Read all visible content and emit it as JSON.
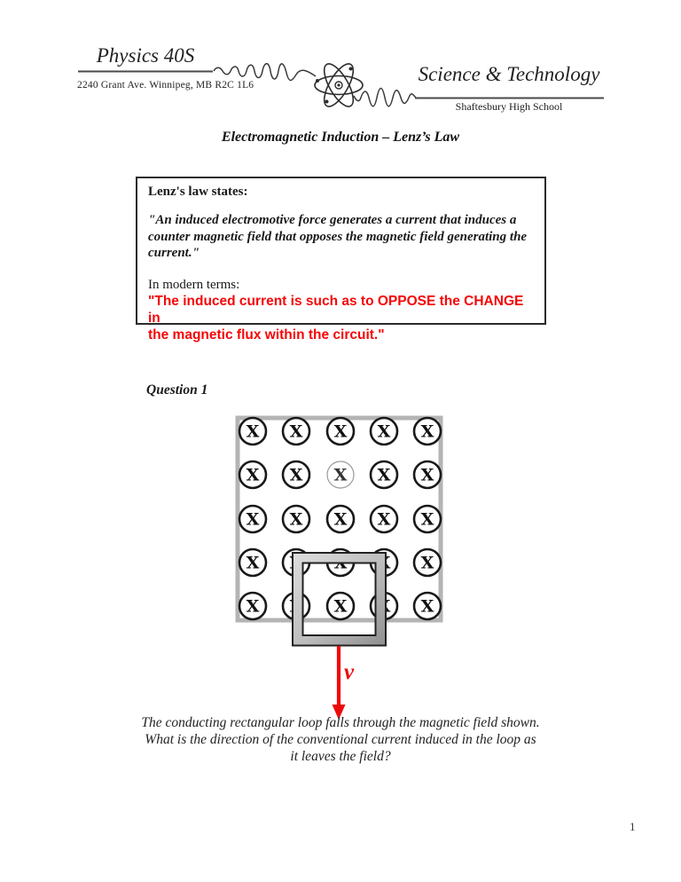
{
  "header": {
    "course": "Physics 40S",
    "address": "2240 Grant Ave. Winnipeg, MB R2C 1L6",
    "department": "Science & Technology",
    "school": "Shaftesbury High School"
  },
  "title": "Electromagnetic Induction – Lenz’s Law",
  "law_box": {
    "heading": "Lenz's law states:",
    "quote_lines": [
      "\"An induced electromotive force generates a current that induces a",
      "counter magnetic field that opposes the magnetic field generating the",
      "current.\""
    ],
    "modern_intro": "In modern terms:",
    "modern_quote_lines": [
      "\"The induced current is such as to OPPOSE the CHANGE in",
      "the magnetic flux within the circuit.\""
    ],
    "accent_color": "#f50707"
  },
  "question": {
    "label": "Question 1",
    "caption_lines": [
      "The conducting rectangular loop falls through the magnetic field shown.",
      "What is the direction of the conventional current induced in the loop as",
      "it leaves the field?"
    ]
  },
  "diagram": {
    "symbol": "X",
    "velocity_label": "v",
    "grid_cols_x": [
      285,
      334,
      384,
      433,
      482
    ],
    "grid_rows_y": [
      486,
      535,
      585,
      634,
      683
    ],
    "circle_radius": 15,
    "faded_cell": {
      "row": 1,
      "col": 2
    },
    "colors": {
      "field_border": "#b4b4b4",
      "symbol_stroke": "#1a1a1a",
      "faded_stroke": "#9a9a9a",
      "loop_outline": "#222222",
      "arrow_red": "#ee0a0a"
    }
  },
  "page_number": "1"
}
